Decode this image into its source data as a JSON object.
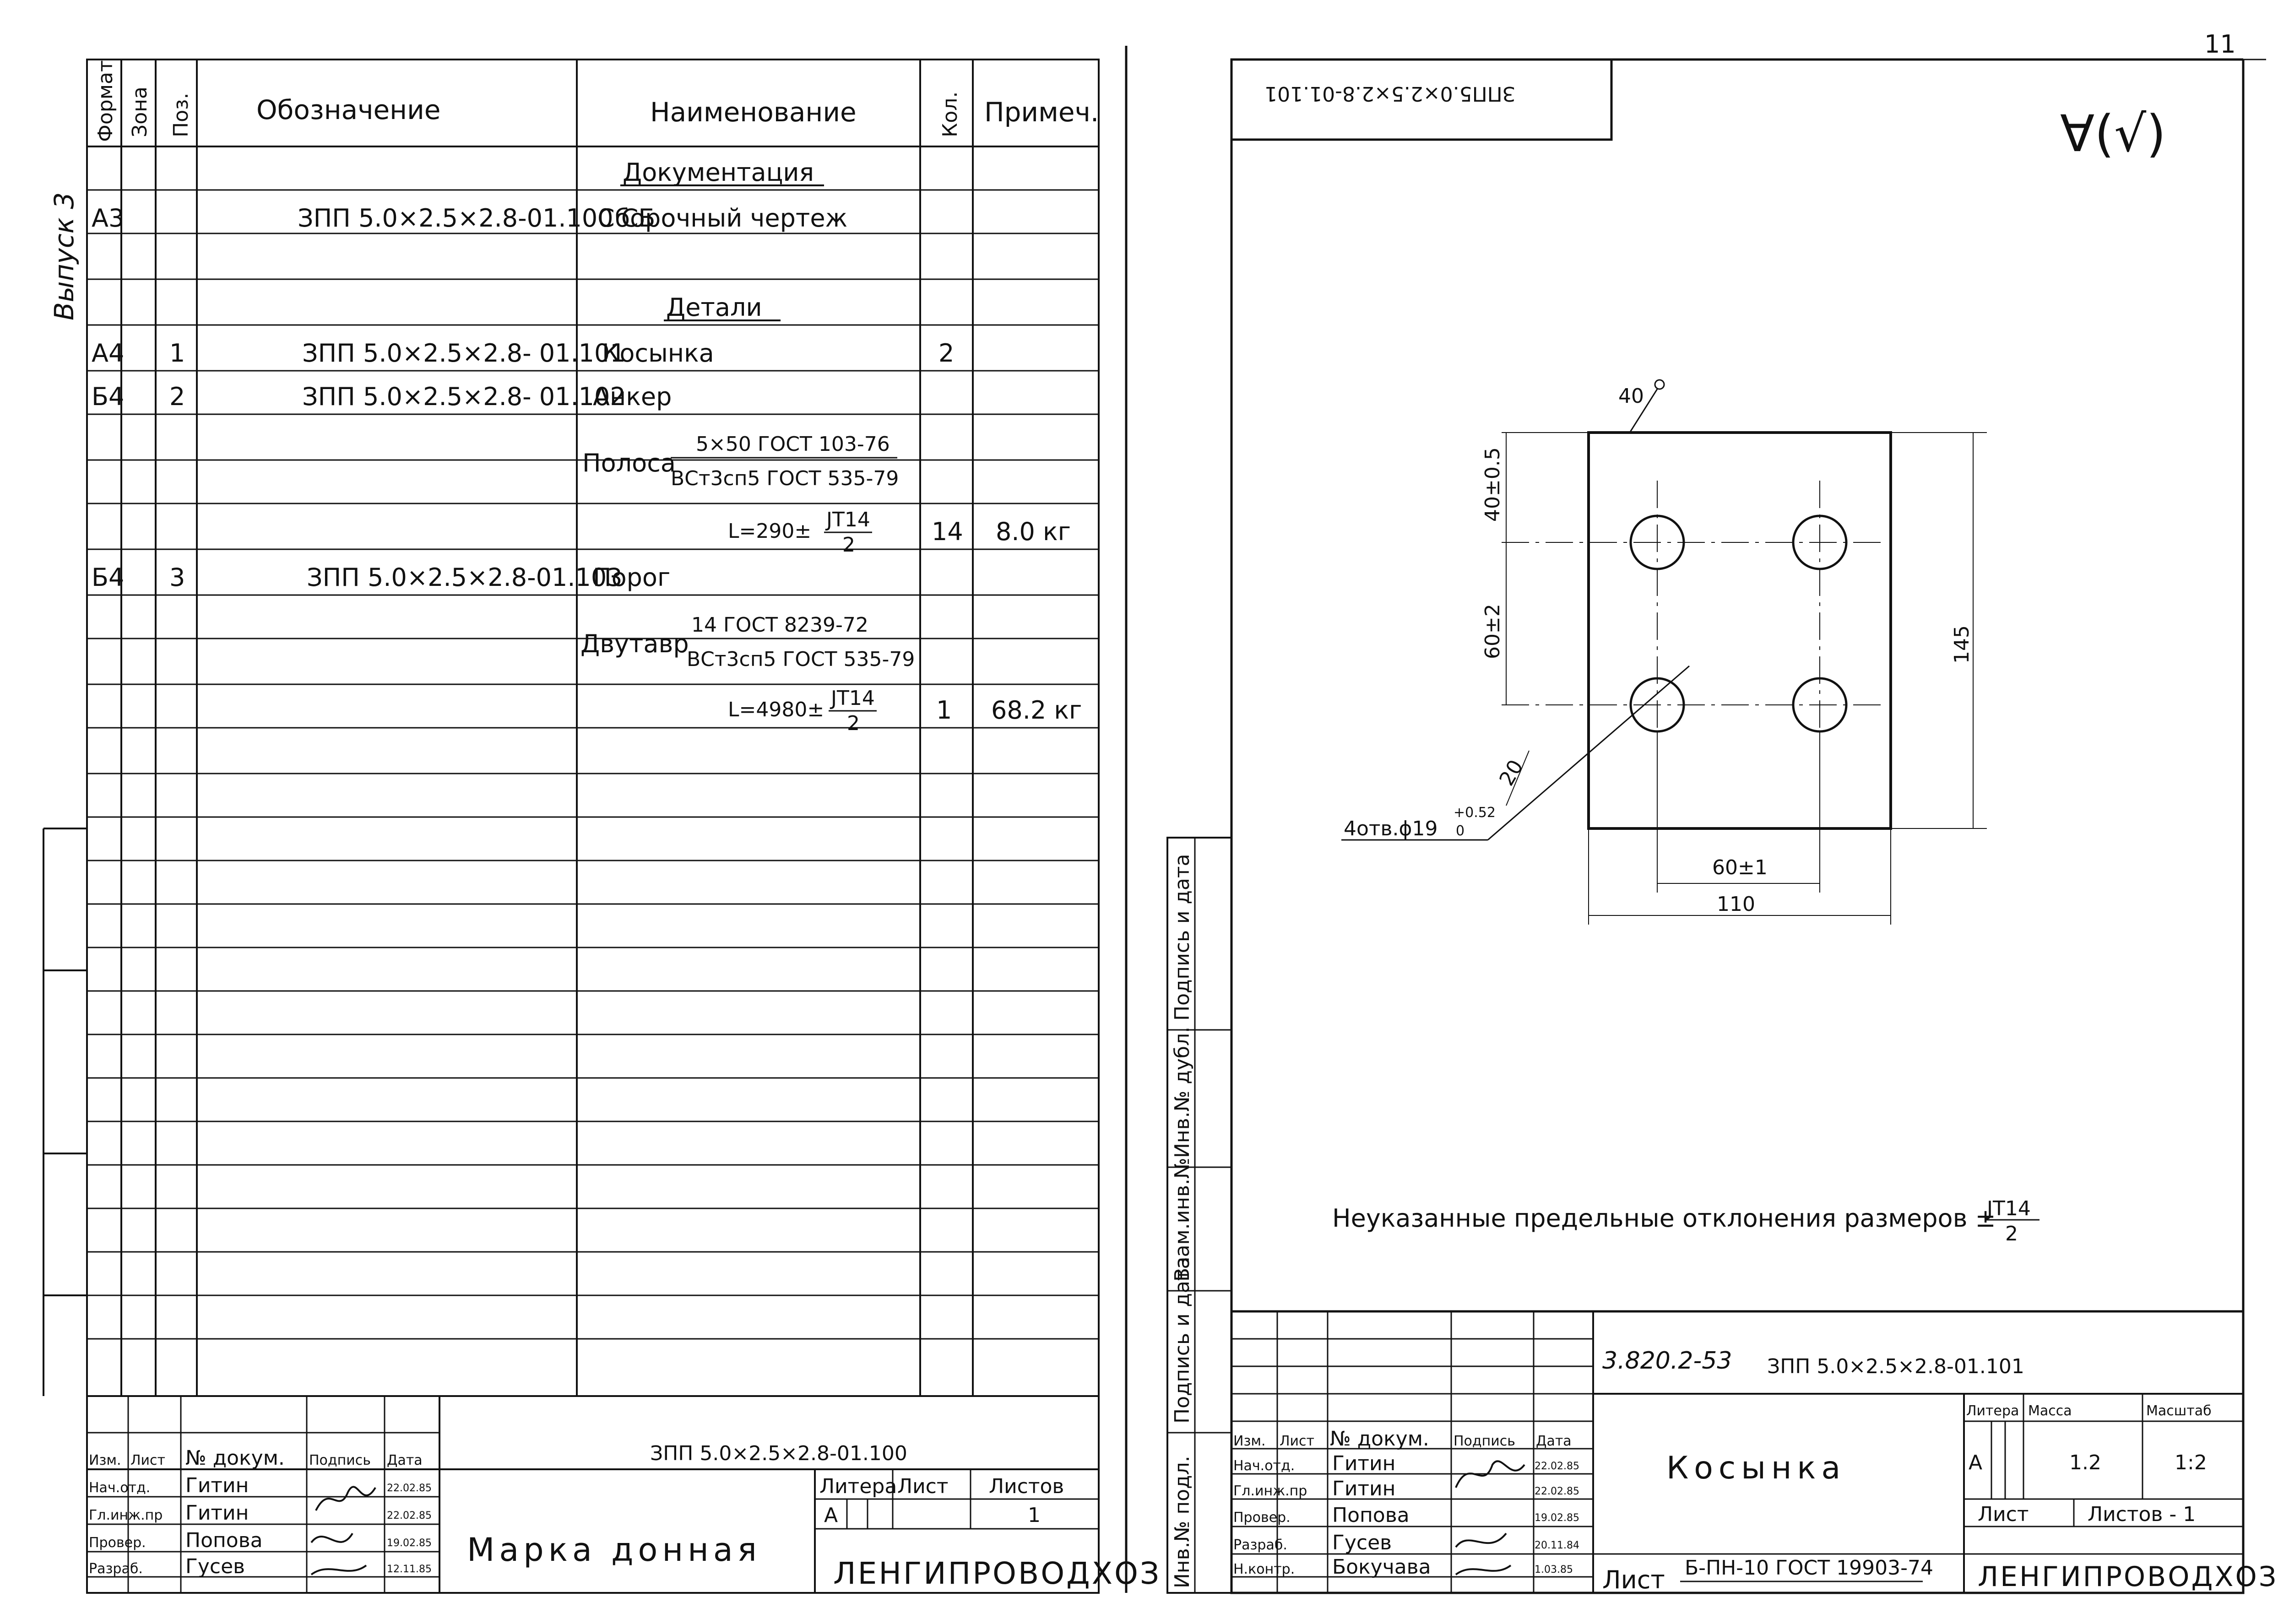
{
  "page_number": "11",
  "vypusk": "Выпуск 3",
  "spec": {
    "headers": {
      "format": "Формат",
      "zone": "Зона",
      "pos": "Поз.",
      "designation": "Обозначение",
      "name": "Наименование",
      "qty": "Кол.",
      "note": "Примеч."
    },
    "rows": {
      "doc_section": "Документация",
      "r1_format": "А3",
      "r1_designation": "ЗПП 5.0×2.5×2.8-01.100 СБ",
      "r1_name": "Сборочный чертеж",
      "details_section": "Детали",
      "r2_format": "А4",
      "r2_pos": "1",
      "r2_designation": "ЗПП 5.0×2.5×2.8- 01.101",
      "r2_name": "Косынка",
      "r2_qty": "2",
      "r3_format": "Б4",
      "r3_pos": "2",
      "r3_designation": "ЗПП 5.0×2.5×2.8- 01.102",
      "r3_name": "Анкер",
      "r3_mat_label": "Полоса",
      "r3_mat_top": "5×50 ГОСТ 103-76",
      "r3_mat_bottom": "ВСт3сп5 ГОСТ 535-79",
      "r3_length": "L=290±",
      "r3_len_num": "JT14",
      "r3_len_den": "2",
      "r3_qty": "14",
      "r3_note": "8.0 кг",
      "r4_format": "Б4",
      "r4_pos": "3",
      "r4_designation": "ЗПП 5.0×2.5×2.8-01.103",
      "r4_name": "Порог",
      "r4_mat_label": "Двутавр",
      "r4_mat_top": "14 ГОСТ 8239-72",
      "r4_mat_bottom": "ВСт3сп5 ГОСТ 535-79",
      "r4_length": "L=4980±",
      "r4_len_num": "JT14",
      "r4_len_den": "2",
      "r4_qty": "1",
      "r4_note": "68.2 кг"
    },
    "title_block": {
      "designation": "ЗПП 5.0×2.5×2.8-01.100",
      "title": "Марка донная",
      "col_izm": "Изм.",
      "col_list": "Лист",
      "col_doc": "№ докум.",
      "col_sign": "Подпись",
      "col_date": "Дата",
      "role1": "Нач.отд.",
      "name1": "Гитин",
      "date1": "22.02.85",
      "role2": "Гл.инж.пр",
      "name2": "Гитин",
      "date2": "22.02.85",
      "role3": "Провер.",
      "name3": "Попова",
      "date3": "19.02.85",
      "role4": "Разраб.",
      "name4": "Гусев",
      "date4": "12.11.85",
      "litera": "Литера",
      "litera_val": "А",
      "list": "Лист",
      "listov": "Листов",
      "listov_val": "1",
      "org": "ЛЕНГИПРОВОДХОЗ"
    }
  },
  "drawing": {
    "top_stamp": "ЗПП5.0×2.5×2.8-01.101",
    "roughness_mark": "∀(√)",
    "dims": {
      "chamfer": "40",
      "top_offset": "40±0.5",
      "vertical_spacing": "60±2",
      "height": "145",
      "horizontal_spacing": "60±1",
      "width": "110",
      "hole_leader_dim": "20",
      "holes_label": "4отв.ϕ19",
      "holes_tol_up": "+0.52",
      "holes_tol_low": "0"
    },
    "note": "Неуказанные предельные отклонения размеров ±",
    "note_num": "JT14",
    "note_den": "2",
    "side_labels": [
      "Подпись и дата",
      "Инв.№ дубл.",
      "Взам.инв.№",
      "Подпись и дата",
      "Инв.№ подл."
    ],
    "title_block": {
      "series": "3.820.2-53",
      "designation": "ЗПП 5.0×2.5×2.8-01.101",
      "title": "Косынка",
      "col_izm": "Изм.",
      "col_list": "Лист",
      "col_doc": "№ докум.",
      "col_sign": "Подпись",
      "col_date": "Дата",
      "role1": "Нач.отд.",
      "name1": "Гитин",
      "date1": "22.02.85",
      "role2": "Гл.инж.пр",
      "name2": "Гитин",
      "date2": "22.02.85",
      "role3": "Провер.",
      "name3": "Попова",
      "date3": "19.02.85",
      "role4": "Разраб.",
      "name4": "Гусев",
      "date4": "20.11.84",
      "role5": "Н.контр.",
      "name5": "Бокучава",
      "date5": "1.03.85",
      "litera": "Литера",
      "litera_val": "А",
      "massa": "Масса",
      "massa_val": "1.2",
      "masshtab": "Масштаб",
      "masshtab_val": "1:2",
      "list": "Лист",
      "listov": "Листов - 1",
      "material_label": "Лист",
      "material": "Б-ПН-10 ГОСТ 19903-74",
      "org": "ЛЕНГИПРОВОДХОЗ"
    }
  }
}
